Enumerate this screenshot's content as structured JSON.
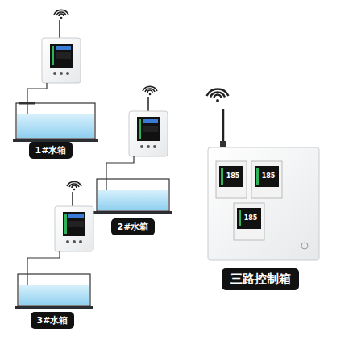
{
  "diagram": {
    "nodes": [
      {
        "text": [
          "1#水箱"
        ]
      },
      {
        "text": [
          "2#水箱"
        ]
      },
      {
        "text": [
          "3#水箱"
        ]
      },
      {
        "text": [
          "三路控制箱"
        ]
      }
    ],
    "labels": [
      "185",
      "185",
      "185"
    ]
  }
}
